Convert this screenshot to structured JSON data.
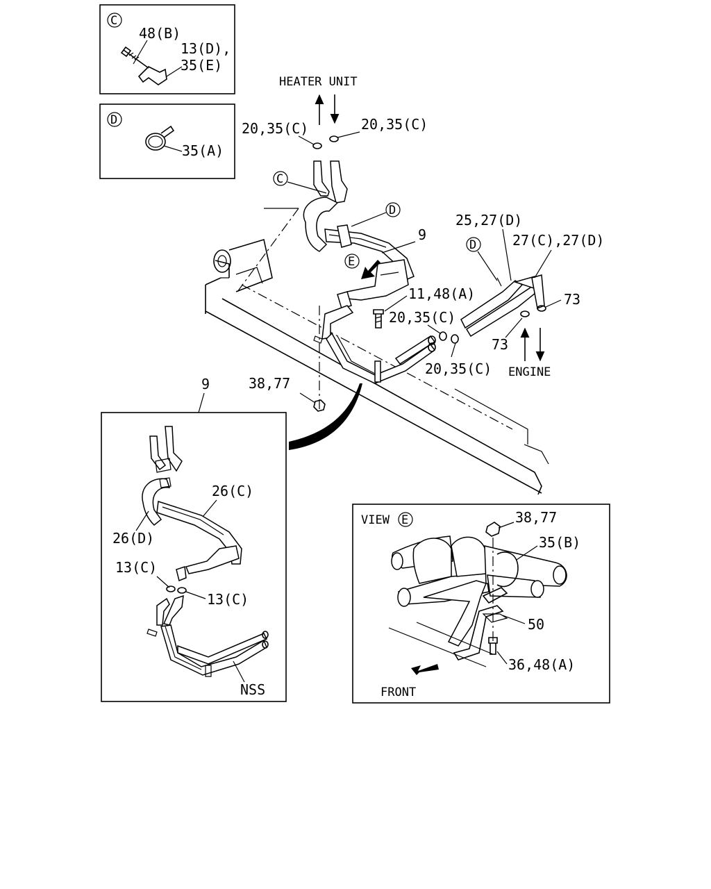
{
  "callouts": {
    "c_box": {
      "letter": "C",
      "part1": "48(B)",
      "part2": "13(D),",
      "part3": "35(E)"
    },
    "d_box": {
      "letter": "D",
      "part1": "35(A)"
    },
    "main": {
      "heater_unit": "HEATER UNIT",
      "engine": "ENGINE",
      "clamp_left": "20,35(C)",
      "clamp_right": "20,35(C)",
      "letter_c": "C",
      "letter_d1": "D",
      "letter_d2": "D",
      "letter_e": "E",
      "part_9": "9",
      "part_25_27": "25,27(D)",
      "part_27": "27(C),27(D)",
      "part_73a": "73",
      "part_73b": "73",
      "part_11_48": "11,48(A)",
      "part_20_35_mid": "20,35(C)",
      "part_20_35_low": "20,35(C)",
      "part_38_77": "38,77"
    },
    "detail_9": {
      "title": "9",
      "part_26c": "26(C)",
      "part_26d": "26(D)",
      "part_13c_a": "13(C)",
      "part_13c_b": "13(C)",
      "nss": "NSS"
    },
    "view_e": {
      "view": "VIEW",
      "letter": "E",
      "part_38_77": "38,77",
      "part_35b": "35(B)",
      "part_50": "50",
      "part_36_48": "36,48(A)",
      "front": "FRONT"
    }
  }
}
